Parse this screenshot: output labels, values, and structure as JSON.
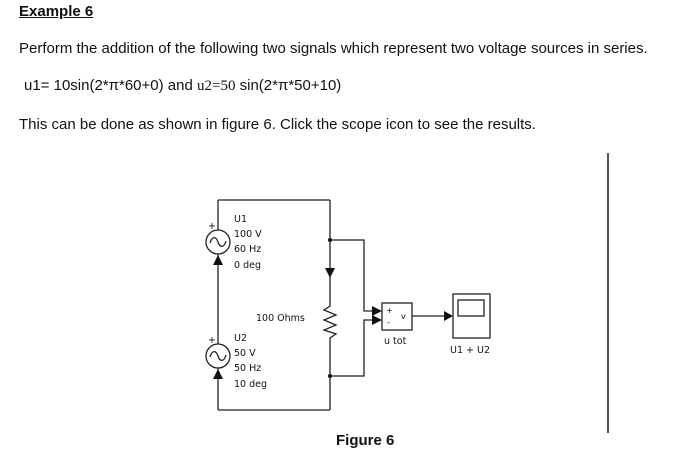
{
  "heading": "Example 6",
  "intro": "Perform the addition of the following two signals which represent two voltage sources in series.",
  "equation": {
    "u1_part": "u1= 10sin(2*π*60+0) and ",
    "u2_label": "u2=50",
    "u2_rest": " sin(2*π*50+10)"
  },
  "instruction": "This can be done as shown in figure 6. Click the scope icon to see the results.",
  "figure": {
    "caption": "Figure 6",
    "source1": {
      "name": "U1",
      "amplitude": "100 V",
      "frequency": "60 Hz",
      "phase": "0 deg",
      "polarity": "+"
    },
    "source2": {
      "name": "U2",
      "amplitude": "50 V",
      "frequency": "50 Hz",
      "phase": "10 deg",
      "polarity": "+"
    },
    "resistor": {
      "value": "100 Ohms"
    },
    "voltmeter": {
      "name": "u tot",
      "symbol": "v",
      "plus": "+",
      "minus": "-"
    },
    "scope": {
      "name": "U1 + U2"
    }
  }
}
